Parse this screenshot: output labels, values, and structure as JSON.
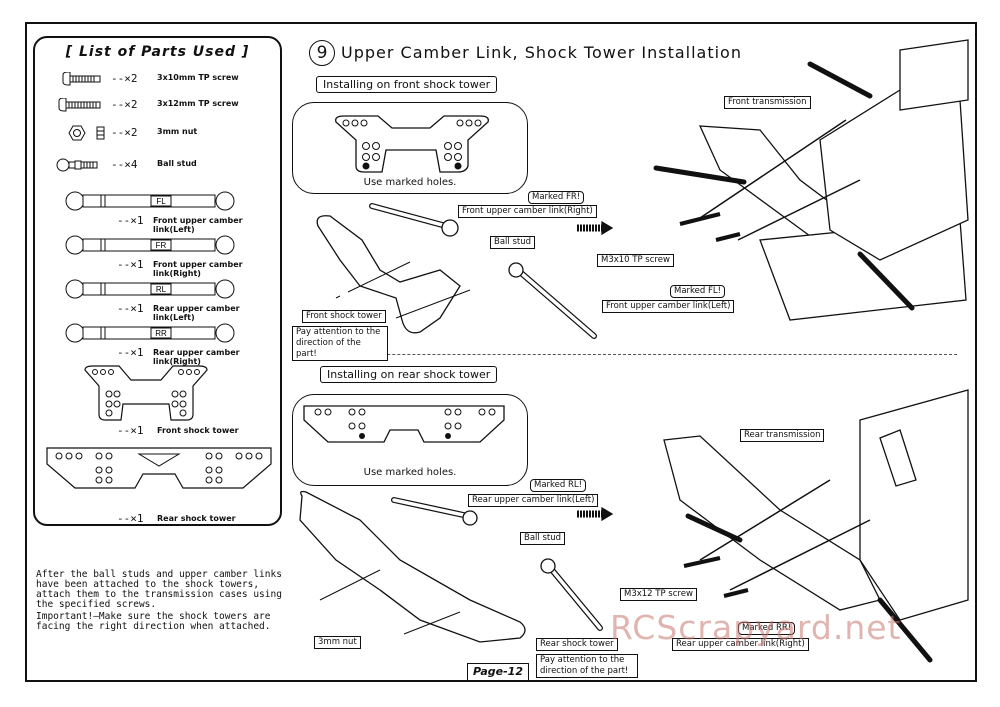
{
  "page_number": "Page-12",
  "step": {
    "number": "9",
    "title": "Upper Camber Link, Shock Tower Installation"
  },
  "parts_list": {
    "title": "[ List of Parts Used ]",
    "items": [
      {
        "qty": "--×2",
        "name": "3x10mm TP screw",
        "icon": "screw-icon"
      },
      {
        "qty": "--×2",
        "name": "3x12mm TP screw",
        "icon": "screw-icon"
      },
      {
        "qty": "--×2",
        "name": "3mm nut",
        "icon": "nut-icon"
      },
      {
        "qty": "--×4",
        "name": "Ball stud",
        "icon": "ball-stud-icon"
      },
      {
        "qty": "--×1",
        "name": "Front upper camber link(Left)",
        "tag": "FL"
      },
      {
        "qty": "--×1",
        "name": "Front upper camber link(Right)",
        "tag": "FR"
      },
      {
        "qty": "--×1",
        "name": "Rear upper camber link(Left)",
        "tag": "RL"
      },
      {
        "qty": "--×1",
        "name": "Rear upper camber link(Right)",
        "tag": "RR"
      },
      {
        "qty": "--×1",
        "name": "Front shock tower"
      },
      {
        "qty": "--×1",
        "name": "Rear shock tower"
      }
    ]
  },
  "front_section": {
    "label": "Installing on front shock tower",
    "inset_caption": "Use marked holes.",
    "callouts": {
      "marked_fr": "Marked FR!",
      "front_link_right": "Front upper camber link(Right)",
      "ball_stud": "Ball stud",
      "front_shock_tower": "Front shock tower",
      "attention": "Pay attention to the direction of the part!",
      "marked_fl": "Marked FL!",
      "front_link_left": "Front upper camber link(Left)",
      "front_transmission": "Front transmission",
      "screw": "M3x10 TP screw"
    }
  },
  "rear_section": {
    "label": "Installing on rear shock tower",
    "inset_caption": "Use marked holes.",
    "callouts": {
      "marked_rl": "Marked RL!",
      "rear_link_left": "Rear upper camber link(Left)",
      "ball_stud": "Ball stud",
      "nut": "3mm nut",
      "rear_shock_tower": "Rear shock tower",
      "attention": "Pay attention to the direction of the part!",
      "rear_transmission": "Rear transmission",
      "screw": "M3x12 TP screw",
      "marked_rr": "Marked RR!",
      "rear_link_right": "Rear upper camber link(Right)"
    }
  },
  "notes": {
    "instruction": "After the ball studs and upper camber links have been attached to the shock towers, attach them to the transmission cases using the specified screws.",
    "important": "Important!—Make sure the shock towers are facing the right direction when attached."
  },
  "watermark": "RCScrapyard.net"
}
